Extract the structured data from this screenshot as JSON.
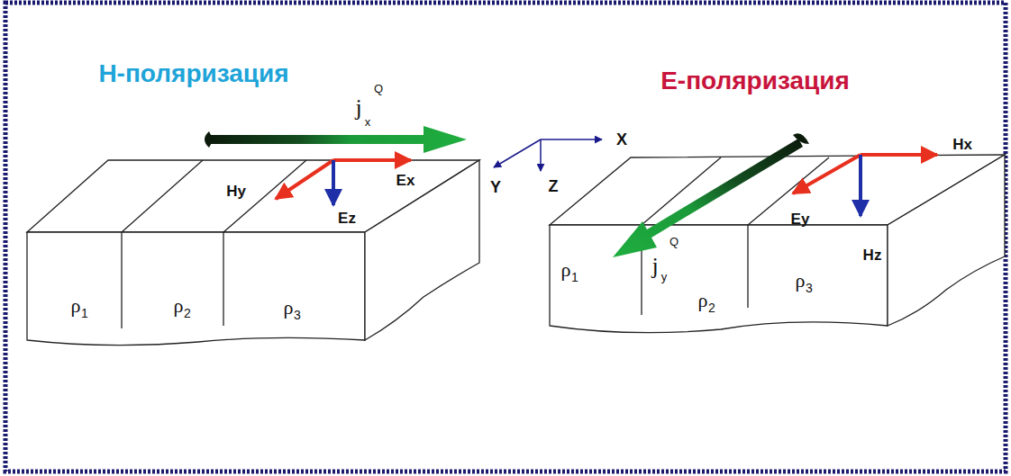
{
  "diagram": {
    "labels": [
      "Н-поляризация",
      "j",
      "x",
      "Q",
      "Hy",
      "Ex",
      "Ez",
      "X",
      "Y",
      "Z",
      "ρ",
      "1",
      "ρ",
      "2",
      "ρ",
      "3",
      "Е-поляризация",
      "Hx",
      "Ey",
      "Hz",
      "j",
      "y",
      "Q",
      "ρ",
      "1",
      "ρ",
      "2",
      "ρ",
      "3"
    ]
  }
}
